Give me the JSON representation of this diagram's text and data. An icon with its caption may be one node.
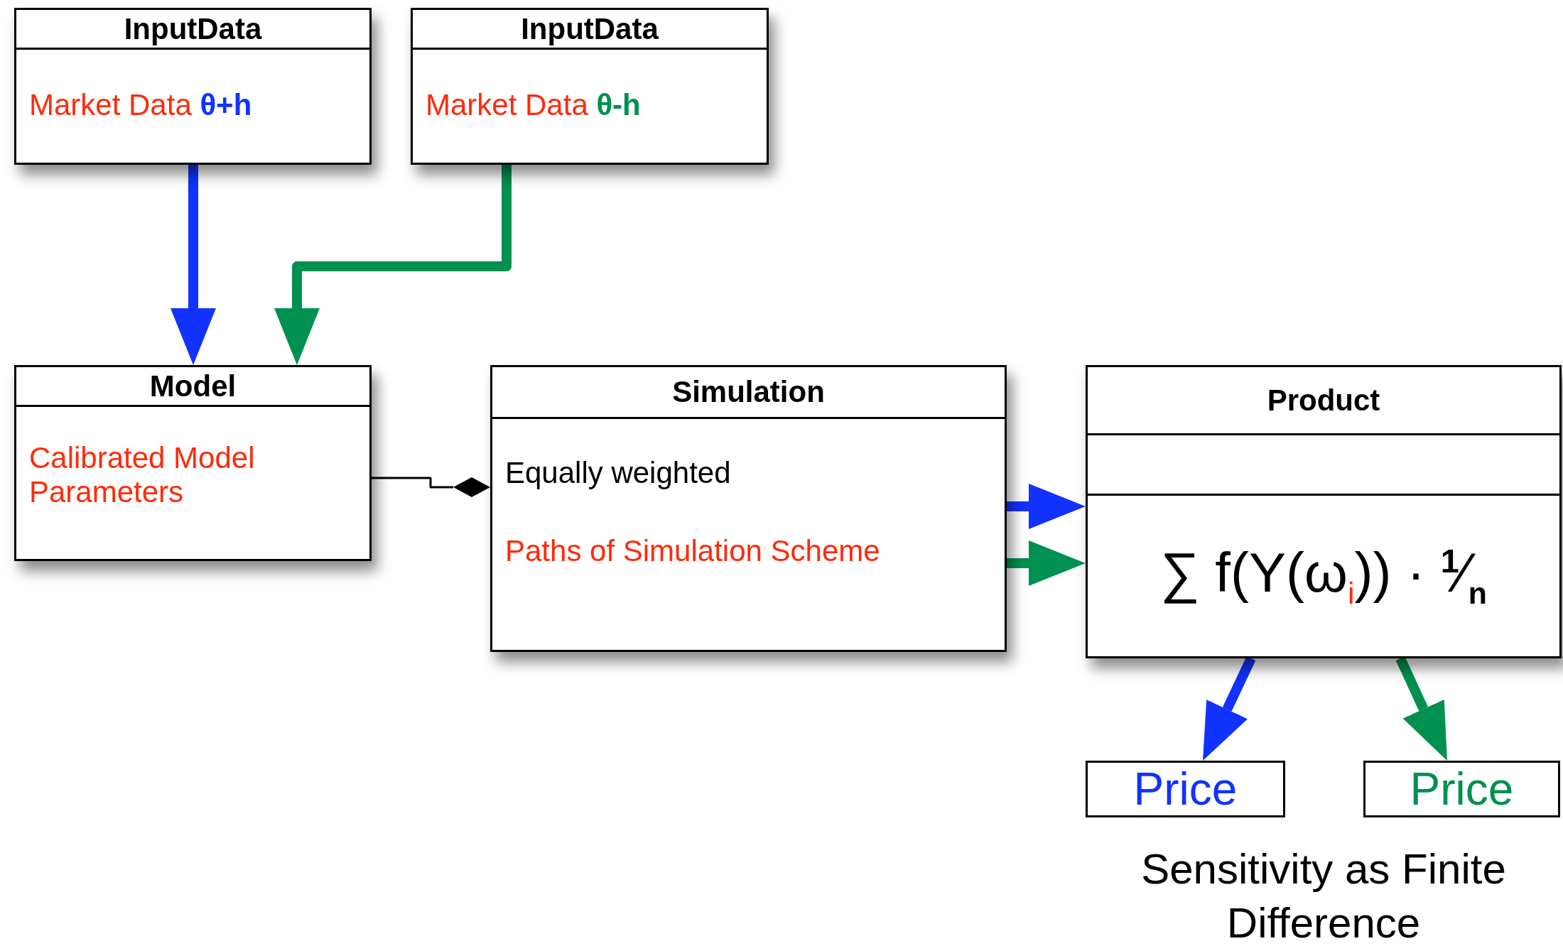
{
  "diagram": {
    "nodes": [
      {
        "text": [
          "InputData",
          "Market Data **θ+h**"
        ]
      },
      {
        "text": [
          "InputData",
          "Market Data **θ-h**"
        ]
      },
      {
        "text": [
          "Model",
          "Calibrated Model Parameters"
        ]
      },
      {
        "text": [
          "Simulation",
          "Equally weighted",
          "Paths of Simulation Scheme"
        ]
      },
      {
        "text": [
          "Product",
          "∑ f(Y(ω$_{i}$)) · $^{1}$⁄$_{n}$"
        ]
      },
      {
        "text": [
          "Price"
        ]
      },
      {
        "text": [
          "Price"
        ]
      }
    ],
    "edges": [
      {
        "from": 0,
        "to": 2,
        "arrow": "to",
        "color": "#1232ff"
      },
      {
        "from": 1,
        "to": 2,
        "arrow": "to",
        "color": "#00904f"
      },
      {
        "from": 2,
        "to": 3,
        "arrow": "other",
        "color": "#000000"
      },
      {
        "from": 3,
        "to": 4,
        "arrow": "to",
        "color": "#1232ff"
      },
      {
        "from": 3,
        "to": 4,
        "arrow": "to",
        "color": "#00904f"
      },
      {
        "from": 4,
        "to": 5,
        "arrow": "to",
        "color": "#1232ff"
      },
      {
        "from": 4,
        "to": 6,
        "arrow": "to",
        "color": "#00904f"
      }
    ],
    "labels": [
      "Sensitivity as Finite Difference"
    ]
  }
}
